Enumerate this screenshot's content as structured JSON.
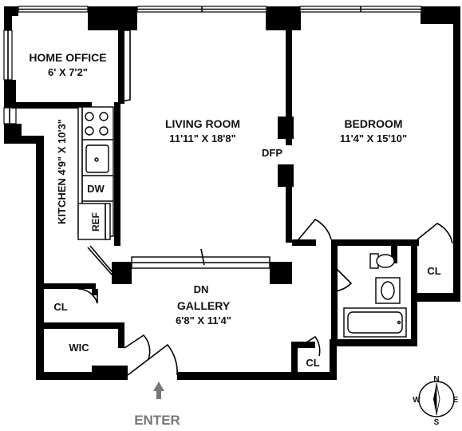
{
  "rooms": {
    "home_office": {
      "name": "HOME OFFICE",
      "size": "6' X 7'2\""
    },
    "living_room": {
      "name": "LIVING ROOM",
      "size": "11'11\" X 18'8\""
    },
    "bedroom": {
      "name": "BEDROOM",
      "size": "11'4\" X 15'10\""
    },
    "kitchen": {
      "name": "KITCHEN 4'9\" X 10'3\""
    },
    "gallery": {
      "name": "GALLERY",
      "size": "6'8\" X 11'4\""
    }
  },
  "fixtures": {
    "dw": "DW",
    "ref": "REF",
    "dfp": "DFP",
    "dn": "DN"
  },
  "closets": {
    "cl_left": "CL",
    "cl_bottom": "CL",
    "cl_bath": "CL",
    "wic": "WIC"
  },
  "entry": {
    "label": "ENTER"
  },
  "compass": {
    "n": "N",
    "s": "S",
    "e": "E",
    "w": "W"
  },
  "colors": {
    "wall": "#000000",
    "entry_text": "#777777",
    "background": "#ffffff"
  }
}
